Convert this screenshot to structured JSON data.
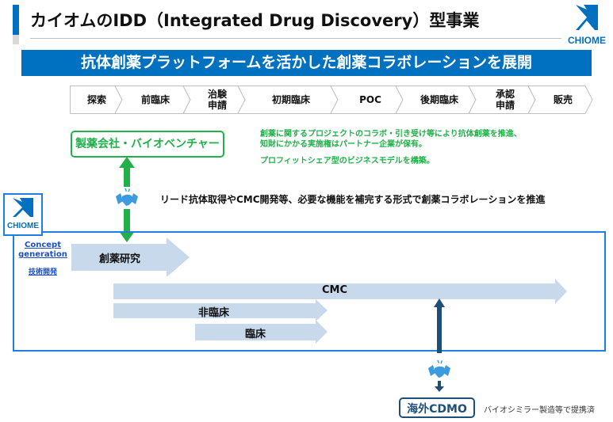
{
  "header": {
    "title": "カイオムのIDD（Integrated Drug Discovery）型事業",
    "logo_text": "CHIOME"
  },
  "banner": {
    "text": "抗体創薬プラットフォームを活かした創薬コラボレーションを展開"
  },
  "stages": [
    {
      "label": "探索"
    },
    {
      "label": "前臨床"
    },
    {
      "label": "治験\n申請"
    },
    {
      "label": "初期臨床"
    },
    {
      "label": "POC"
    },
    {
      "label": "後期臨床"
    },
    {
      "label": "承認\n申請"
    },
    {
      "label": "販売"
    }
  ],
  "partner": {
    "box_label": "製薬会社・バイオベンチャー",
    "desc_line1": "創薬に関するプロジェクトのコラボ・引き受け等により抗体創薬を推進、",
    "desc_line2": "知財にかかる実施権はパートナー企業が保有。",
    "desc_line3": "プロフィットシェア型のビジネスモデルを構築。"
  },
  "collaboration": {
    "text": "リード抗体取得やCMC開発等、必要な機能を補完する形式で創薬コラボレーションを推進"
  },
  "chiome_section": {
    "logo_text": "CHIOME",
    "link_concept": "Concept",
    "link_generation": "generation",
    "link_tech": "技術開発",
    "bars": [
      {
        "label": "創薬研究"
      },
      {
        "label": "CMC"
      },
      {
        "label": "非臨床"
      },
      {
        "label": "臨床"
      }
    ]
  },
  "cdmo": {
    "box_label": "海外CDMO",
    "note": "バイオシミラー製造等で提携済"
  },
  "colors": {
    "brand_blue": "#0070C0",
    "green": "#22B04B",
    "navy": "#1F4E79",
    "bar_fill": "#C9D9EC"
  }
}
